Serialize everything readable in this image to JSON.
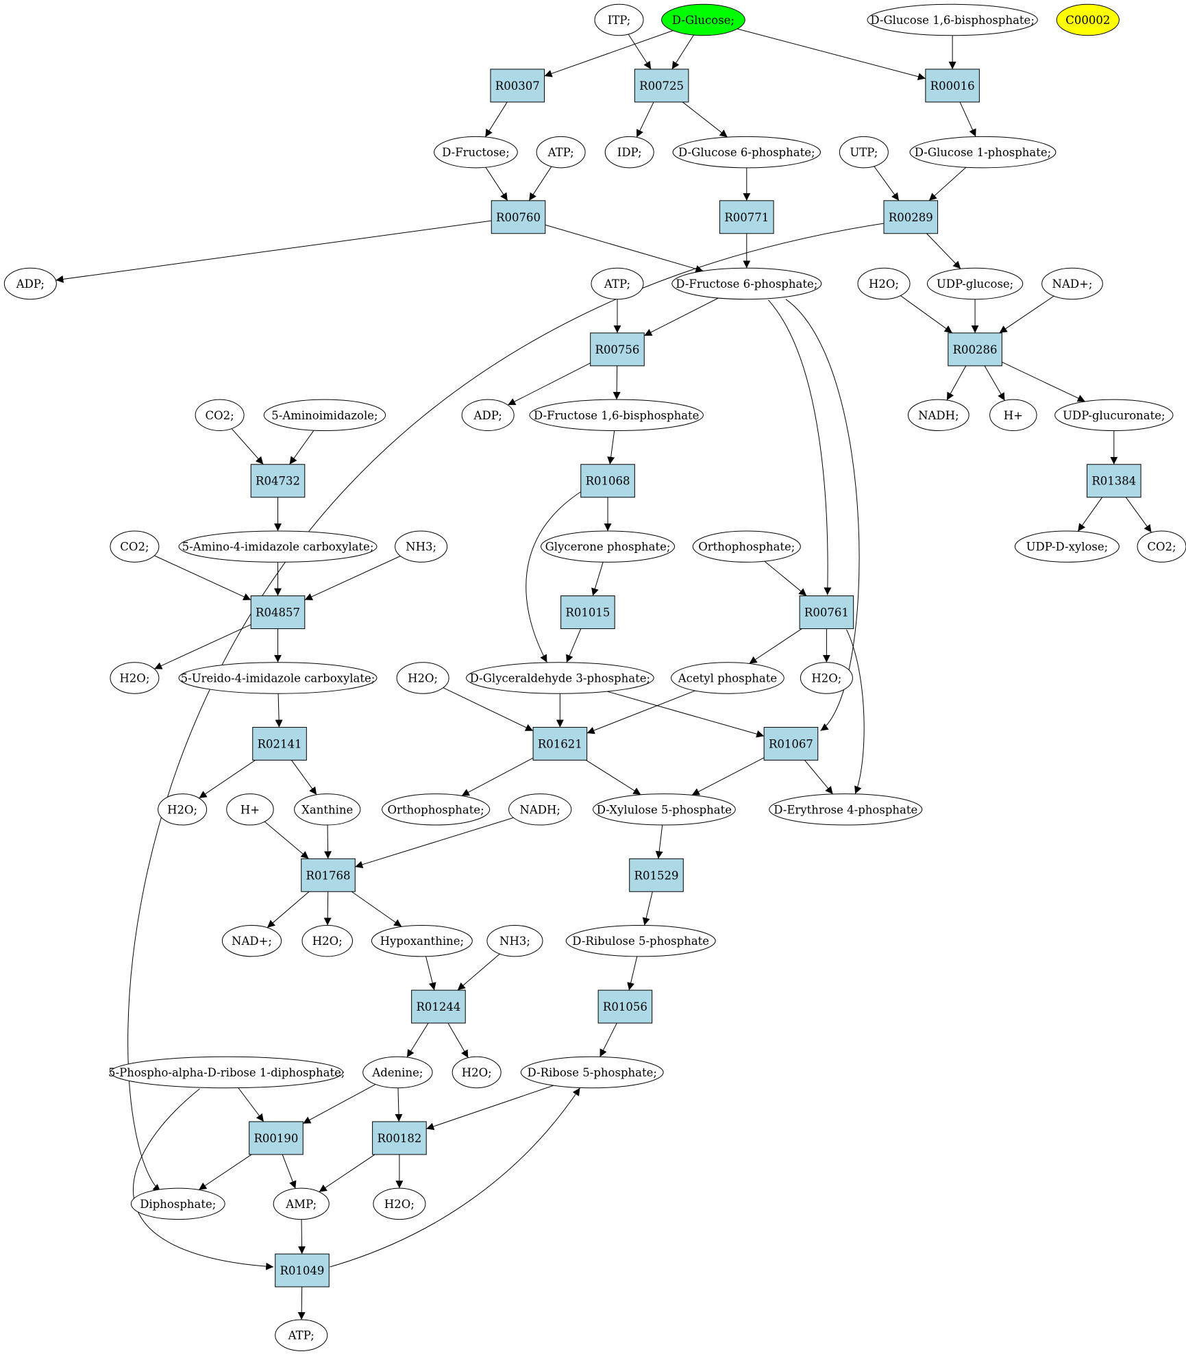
{
  "colors": {
    "compound_fill": "#ffffff",
    "reaction_fill": "#add8e6",
    "highlight_start": "#00ff00",
    "highlight_query": "#ffff00",
    "stroke": "#000000"
  },
  "compounds": [
    {
      "id": "itp",
      "label": "ITP;"
    },
    {
      "id": "dglucose",
      "label": "D-Glucose;",
      "fill": "#00ff00"
    },
    {
      "id": "dg16bp",
      "label": "D-Glucose 1,6-bisphosphate;"
    },
    {
      "id": "c00002",
      "label": "C00002",
      "fill": "#ffff00"
    },
    {
      "id": "dfructose",
      "label": "D-Fructose;"
    },
    {
      "id": "atp1",
      "label": "ATP;"
    },
    {
      "id": "idp",
      "label": "IDP;"
    },
    {
      "id": "dg6p",
      "label": "D-Glucose 6-phosphate;"
    },
    {
      "id": "utp",
      "label": "UTP;"
    },
    {
      "id": "dg1p",
      "label": "D-Glucose 1-phosphate;"
    },
    {
      "id": "adp1",
      "label": "ADP;"
    },
    {
      "id": "atp2",
      "label": "ATP;"
    },
    {
      "id": "df6p",
      "label": "D-Fructose 6-phosphate;"
    },
    {
      "id": "h2o1",
      "label": "H2O;"
    },
    {
      "id": "udpglucose",
      "label": "UDP-glucose;"
    },
    {
      "id": "nadp1",
      "label": "NAD+;"
    },
    {
      "id": "co2a",
      "label": "CO2;"
    },
    {
      "id": "aminoimid",
      "label": "5-Aminoimidazole;"
    },
    {
      "id": "adp2",
      "label": "ADP;"
    },
    {
      "id": "df16bp",
      "label": "D-Fructose 1,6-bisphosphate"
    },
    {
      "id": "nadh1",
      "label": "NADH;"
    },
    {
      "id": "hplus1",
      "label": "H+"
    },
    {
      "id": "udpglcur",
      "label": "UDP-glucuronate;"
    },
    {
      "id": "co2b",
      "label": "CO2;"
    },
    {
      "id": "aicarb",
      "label": "5-Amino-4-imidazole carboxylate;"
    },
    {
      "id": "nh3a",
      "label": "NH3;"
    },
    {
      "id": "glycp",
      "label": "Glycerone phosphate;"
    },
    {
      "id": "ortho1",
      "label": "Orthophosphate;"
    },
    {
      "id": "udpxyl",
      "label": "UDP-D-xylose;"
    },
    {
      "id": "co2c",
      "label": "CO2;"
    },
    {
      "id": "h2o2",
      "label": "H2O;"
    },
    {
      "id": "uicarb",
      "label": "5-Ureido-4-imidazole carboxylate;"
    },
    {
      "id": "h2o3",
      "label": "H2O;"
    },
    {
      "id": "dga3p",
      "label": "D-Glyceraldehyde 3-phosphate;"
    },
    {
      "id": "acetylp",
      "label": "Acetyl phosphate"
    },
    {
      "id": "h2o4",
      "label": "H2O;"
    },
    {
      "id": "h2o5",
      "label": "H2O;"
    },
    {
      "id": "hplus2",
      "label": "H+"
    },
    {
      "id": "xanthine",
      "label": "Xanthine"
    },
    {
      "id": "ortho2",
      "label": "Orthophosphate;"
    },
    {
      "id": "nadh2",
      "label": "NADH;"
    },
    {
      "id": "dx5p",
      "label": "D-Xylulose 5-phosphate"
    },
    {
      "id": "de4p",
      "label": "D-Erythrose 4-phosphate"
    },
    {
      "id": "nadp2",
      "label": "NAD+;"
    },
    {
      "id": "h2o6",
      "label": "H2O;"
    },
    {
      "id": "hypox",
      "label": "Hypoxanthine;"
    },
    {
      "id": "nh3b",
      "label": "NH3;"
    },
    {
      "id": "dr5pu",
      "label": "D-Ribulose 5-phosphate"
    },
    {
      "id": "prpp",
      "label": "5-Phospho-alpha-D-ribose 1-diphosphate;"
    },
    {
      "id": "adenine",
      "label": "Adenine;"
    },
    {
      "id": "h2o7",
      "label": "H2O;"
    },
    {
      "id": "dr5p",
      "label": "D-Ribose 5-phosphate;"
    },
    {
      "id": "diph",
      "label": "Diphosphate;"
    },
    {
      "id": "amp",
      "label": "AMP;"
    },
    {
      "id": "h2o8",
      "label": "H2O;"
    },
    {
      "id": "atp3",
      "label": "ATP;"
    }
  ],
  "reactions": [
    {
      "id": "R00307",
      "label": "R00307"
    },
    {
      "id": "R00725",
      "label": "R00725"
    },
    {
      "id": "R00016",
      "label": "R00016"
    },
    {
      "id": "R00760",
      "label": "R00760"
    },
    {
      "id": "R00771",
      "label": "R00771"
    },
    {
      "id": "R00289",
      "label": "R00289"
    },
    {
      "id": "R00756",
      "label": "R00756"
    },
    {
      "id": "R00286",
      "label": "R00286"
    },
    {
      "id": "R04732",
      "label": "R04732"
    },
    {
      "id": "R01068",
      "label": "R01068"
    },
    {
      "id": "R01384",
      "label": "R01384"
    },
    {
      "id": "R04857",
      "label": "R04857"
    },
    {
      "id": "R01015",
      "label": "R01015"
    },
    {
      "id": "R00761",
      "label": "R00761"
    },
    {
      "id": "R02141",
      "label": "R02141"
    },
    {
      "id": "R01621",
      "label": "R01621"
    },
    {
      "id": "R01067",
      "label": "R01067"
    },
    {
      "id": "R01768",
      "label": "R01768"
    },
    {
      "id": "R01529",
      "label": "R01529"
    },
    {
      "id": "R01244",
      "label": "R01244"
    },
    {
      "id": "R01056",
      "label": "R01056"
    },
    {
      "id": "R00190",
      "label": "R00190"
    },
    {
      "id": "R00182",
      "label": "R00182"
    },
    {
      "id": "R01049",
      "label": "R01049"
    }
  ],
  "edges": [
    [
      "dglucose",
      "R00307"
    ],
    [
      "dglucose",
      "R00725"
    ],
    [
      "itp",
      "R00725"
    ],
    [
      "dglucose",
      "R00016"
    ],
    [
      "dg16bp",
      "R00016"
    ],
    [
      "R00307",
      "dfructose"
    ],
    [
      "R00725",
      "idp"
    ],
    [
      "R00725",
      "dg6p"
    ],
    [
      "R00016",
      "dg1p"
    ],
    [
      "dfructose",
      "R00760"
    ],
    [
      "atp1",
      "R00760"
    ],
    [
      "dg6p",
      "R00771"
    ],
    [
      "utp",
      "R00289"
    ],
    [
      "dg1p",
      "R00289"
    ],
    [
      "R00760",
      "adp1"
    ],
    [
      "R00760",
      "df6p"
    ],
    [
      "R00771",
      "df6p"
    ],
    [
      "R00289",
      "udpglucose"
    ],
    [
      "R00289",
      "diph"
    ],
    [
      "atp2",
      "R00756"
    ],
    [
      "df6p",
      "R00756"
    ],
    [
      "h2o1",
      "R00286"
    ],
    [
      "udpglucose",
      "R00286"
    ],
    [
      "nadp1",
      "R00286"
    ],
    [
      "R00756",
      "adp2"
    ],
    [
      "R00756",
      "df16bp"
    ],
    [
      "R00286",
      "nadh1"
    ],
    [
      "R00286",
      "hplus1"
    ],
    [
      "R00286",
      "udpglcur"
    ],
    [
      "co2a",
      "R04732"
    ],
    [
      "aminoimid",
      "R04732"
    ],
    [
      "df16bp",
      "R01068"
    ],
    [
      "udpglcur",
      "R01384"
    ],
    [
      "R04732",
      "aicarb"
    ],
    [
      "R01068",
      "glycp"
    ],
    [
      "R01068",
      "dga3p"
    ],
    [
      "R01384",
      "udpxyl"
    ],
    [
      "R01384",
      "co2c"
    ],
    [
      "co2b",
      "R04857"
    ],
    [
      "aicarb",
      "R04857"
    ],
    [
      "nh3a",
      "R04857"
    ],
    [
      "glycp",
      "R01015"
    ],
    [
      "ortho1",
      "R00761"
    ],
    [
      "df6p",
      "R00761"
    ],
    [
      "R04857",
      "h2o2"
    ],
    [
      "R04857",
      "uicarb"
    ],
    [
      "R01015",
      "dga3p"
    ],
    [
      "R00761",
      "acetylp"
    ],
    [
      "R00761",
      "h2o4"
    ],
    [
      "R00761",
      "de4p"
    ],
    [
      "uicarb",
      "R02141"
    ],
    [
      "h2o3",
      "R01621"
    ],
    [
      "dga3p",
      "R01621"
    ],
    [
      "acetylp",
      "R01621"
    ],
    [
      "dga3p",
      "R01067"
    ],
    [
      "df6p",
      "R01067"
    ],
    [
      "R02141",
      "h2o5"
    ],
    [
      "R02141",
      "xanthine"
    ],
    [
      "R01621",
      "ortho2"
    ],
    [
      "R01621",
      "dx5p"
    ],
    [
      "R01067",
      "dx5p"
    ],
    [
      "R01067",
      "de4p"
    ],
    [
      "hplus2",
      "R01768"
    ],
    [
      "xanthine",
      "R01768"
    ],
    [
      "nadh2",
      "R01768"
    ],
    [
      "dx5p",
      "R01529"
    ],
    [
      "R01768",
      "nadp2"
    ],
    [
      "R01768",
      "h2o6"
    ],
    [
      "R01768",
      "hypox"
    ],
    [
      "R01529",
      "dr5pu"
    ],
    [
      "hypox",
      "R01244"
    ],
    [
      "nh3b",
      "R01244"
    ],
    [
      "dr5pu",
      "R01056"
    ],
    [
      "R01244",
      "adenine"
    ],
    [
      "R01244",
      "h2o7"
    ],
    [
      "R01056",
      "dr5p"
    ],
    [
      "prpp",
      "R00190"
    ],
    [
      "adenine",
      "R00190"
    ],
    [
      "adenine",
      "R00182"
    ],
    [
      "dr5p",
      "R00182"
    ],
    [
      "R00190",
      "diph"
    ],
    [
      "R00190",
      "amp"
    ],
    [
      "R00182",
      "amp"
    ],
    [
      "R00182",
      "h2o8"
    ],
    [
      "amp",
      "R01049"
    ],
    [
      "prpp",
      "R01049"
    ],
    [
      "R01049",
      "dr5p"
    ],
    [
      "R01049",
      "atp3"
    ]
  ]
}
